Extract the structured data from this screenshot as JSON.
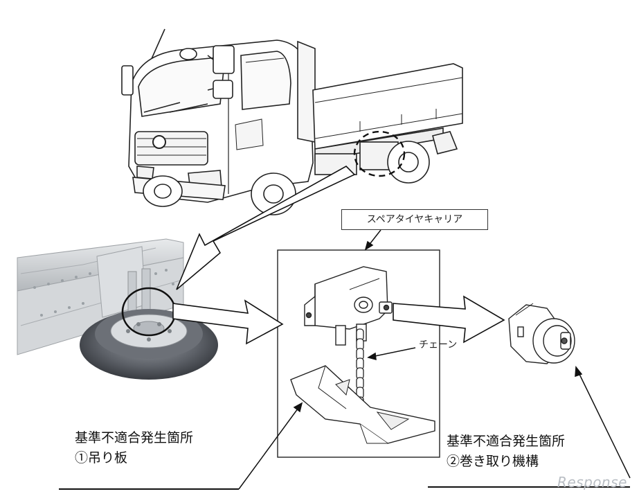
{
  "labels": {
    "spare_tire_carrier": "スペアタイヤキャリア",
    "chain": "チェーン",
    "defect_location_1_title": "基準不適合発生箇所",
    "defect_location_1_part": "①吊り板",
    "defect_location_2_title": "基準不適合発生箇所",
    "defect_location_2_part": "②巻き取り機構"
  },
  "watermark": "Response",
  "colors": {
    "line": "#111111",
    "frame_gray": "#c9cccf",
    "tire_dark": "#4a4d52",
    "watermark": "#b9bec4"
  }
}
